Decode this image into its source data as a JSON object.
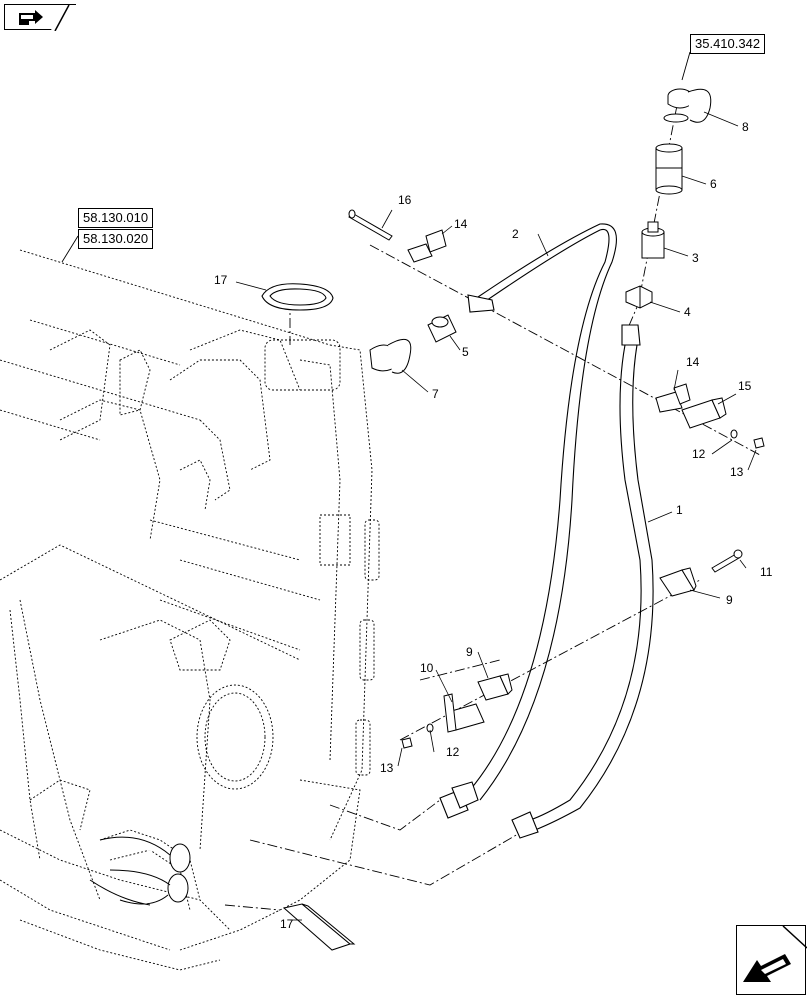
{
  "references": {
    "top_right": "35.410.342",
    "left_a": "58.130.010",
    "left_b": "58.130.020"
  },
  "callouts": {
    "c1": "1",
    "c2": "2",
    "c3": "3",
    "c4": "4",
    "c5": "5",
    "c6": "6",
    "c7": "7",
    "c8": "8",
    "c9a": "9",
    "c9b": "9",
    "c10": "10",
    "c11": "11",
    "c12a": "12",
    "c12b": "12",
    "c13a": "13",
    "c13b": "13",
    "c14a": "14",
    "c14b": "14",
    "c15": "15",
    "c16": "16",
    "c17a": "17",
    "c17b": "17"
  },
  "icons": {
    "prev": "page-back-icon",
    "next": "page-forward-icon"
  }
}
